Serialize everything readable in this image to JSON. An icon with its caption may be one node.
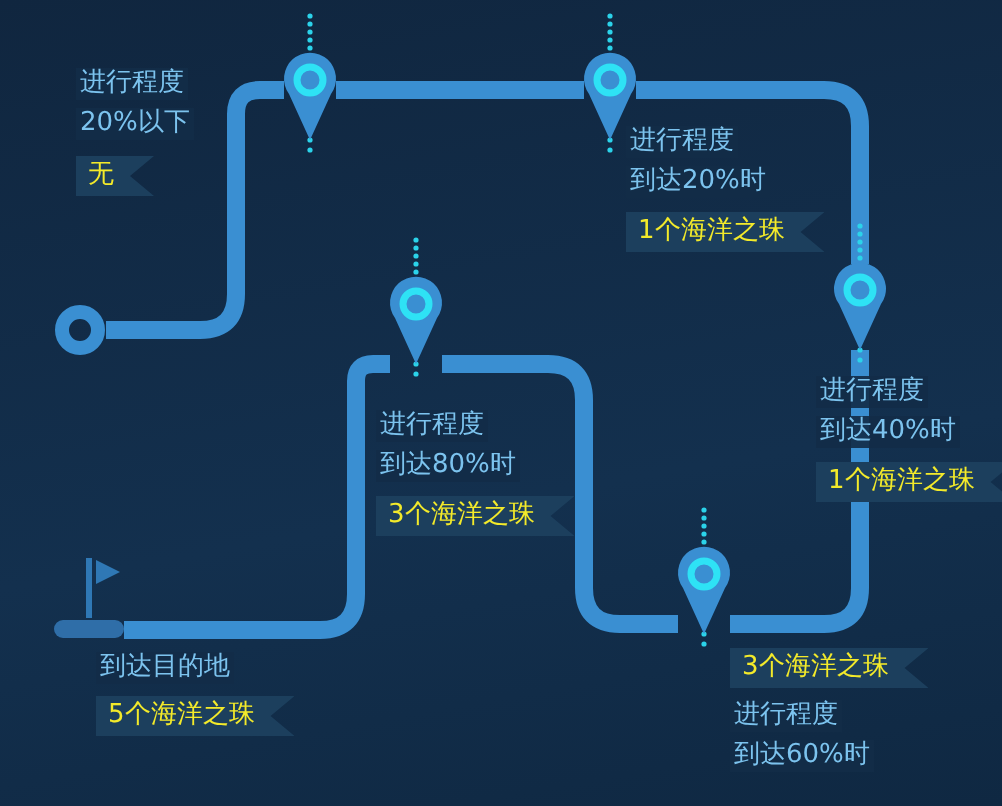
{
  "diagram": {
    "nodes": [
      {
        "text": [],
        "shape": "circle",
        "beside": [
          "进行程度",
          "20%以下",
          "无"
        ]
      },
      {
        "text": [],
        "shape": "pin"
      },
      {
        "text": [],
        "shape": "pin",
        "beside": [
          "进行程度",
          "到达20%时",
          "1个海洋之珠"
        ]
      },
      {
        "text": [],
        "shape": "pin",
        "beside": [
          "进行程度",
          "到达40%时",
          "1个海洋之珠"
        ]
      },
      {
        "text": [],
        "shape": "pin",
        "beside": [
          "3个海洋之珠",
          "进行程度",
          "到达60%时"
        ]
      },
      {
        "text": [],
        "shape": "pin",
        "beside": [
          "进行程度",
          "到达80%时",
          "3个海洋之珠"
        ]
      },
      {
        "text": [],
        "shape": "flag",
        "beside": [
          "到达目的地",
          "5个海洋之珠"
        ]
      }
    ],
    "edges": [
      {
        "from": 0,
        "to": 1,
        "arrow": "none"
      },
      {
        "from": 1,
        "to": 2,
        "arrow": "none"
      },
      {
        "from": 2,
        "to": 3,
        "arrow": "none"
      },
      {
        "from": 3,
        "to": 4,
        "arrow": "none"
      },
      {
        "from": 4,
        "to": 5,
        "arrow": "none"
      },
      {
        "from": 5,
        "to": 6,
        "arrow": "none"
      }
    ]
  }
}
